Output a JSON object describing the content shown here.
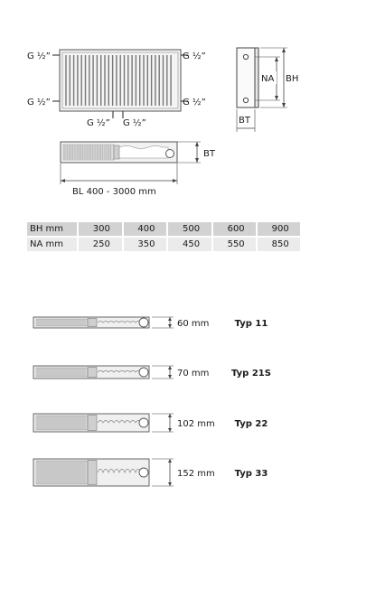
{
  "connections": {
    "top_left": "G ½”",
    "top_right": "G ½”",
    "bottom_left": "G ½”",
    "bottom_right": "G ½”",
    "bottom_center_left": "G ½”",
    "bottom_center_right": "G ½”"
  },
  "side_view": {
    "na": "NA",
    "bh": "BH",
    "bt": "BT"
  },
  "top_view": {
    "bt": "BT",
    "bl": "BL 400 - 3000 mm"
  },
  "table": {
    "rows": [
      {
        "label": "BH mm",
        "values": [
          "300",
          "400",
          "500",
          "600",
          "900"
        ]
      },
      {
        "label": "NA mm",
        "values": [
          "250",
          "350",
          "450",
          "550",
          "850"
        ]
      }
    ]
  },
  "types": [
    {
      "depth": "60 mm",
      "name": "Typ 11"
    },
    {
      "depth": "70 mm",
      "name": "Typ 21S"
    },
    {
      "depth": "102 mm",
      "name": "Typ 22"
    },
    {
      "depth": "152 mm",
      "name": "Typ 33"
    }
  ]
}
